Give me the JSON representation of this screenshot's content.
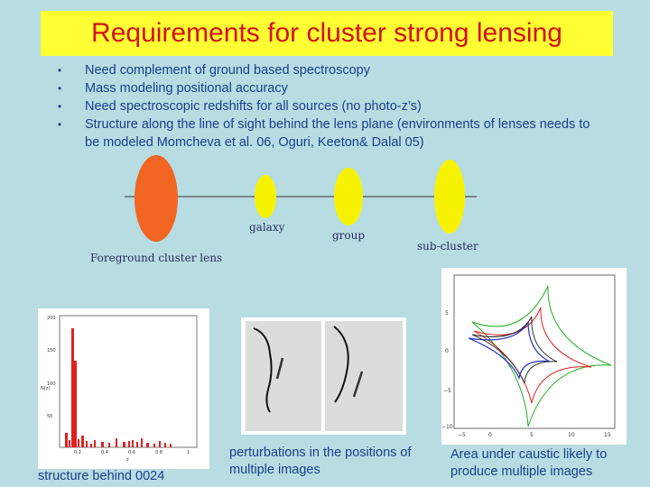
{
  "slide": {
    "title": "Requirements for cluster strong lensing",
    "bullets": [
      "Need complement of ground based spectroscopy",
      "Mass modeling positional accuracy",
      "Need spectroscopic redshifts for all sources (no photo-z’s)",
      "Structure along the line of sight behind the lens plane (environments of lenses needs to be modeled Momcheva et al. 06, Oguri, Keeton& Dalal 05)"
    ],
    "bullet_glyph": "•",
    "colors": {
      "background": "#b7dde3",
      "title_bg": "#ffff33",
      "title_text": "#d21212",
      "body_text": "#1b3f8a",
      "cluster": "#f26522",
      "lens_planes": "#f7f300"
    }
  },
  "diagram": {
    "labels": {
      "foreground": "Foreground cluster lens",
      "galaxy": "galaxy",
      "group": "group",
      "subcluster": "sub-cluster"
    }
  },
  "histogram": {
    "y_ticks": [
      "200",
      "150",
      "100",
      "50"
    ],
    "x_ticks": [
      "0.2",
      "0.4",
      "0.6",
      "0.8",
      "1"
    ],
    "ylabel": "N(z)",
    "xlabel": "z",
    "caption": "structure behind 0024"
  },
  "images": {
    "caption": "perturbations in the positions of multiple images"
  },
  "caustic": {
    "x_ticks": [
      "−5",
      "0",
      "5",
      "10",
      "15"
    ],
    "y_ticks": [
      "5",
      "0",
      "−5",
      "−10"
    ],
    "caption": "Area under caustic likely to produce multiple images"
  }
}
